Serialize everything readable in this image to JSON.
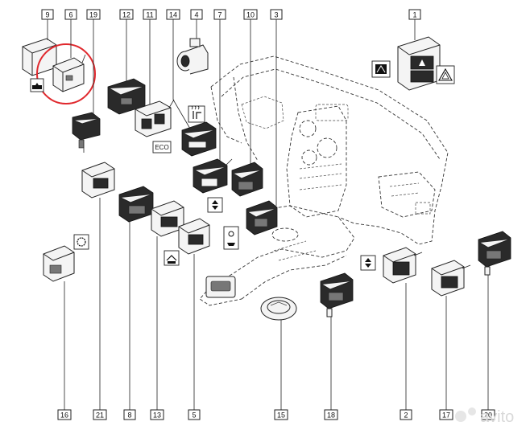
{
  "diagram": {
    "callouts": [
      "9",
      "6",
      "19",
      "12",
      "11",
      "14",
      "4",
      "7",
      "10",
      "3",
      "1",
      "16",
      "21",
      "8",
      "13",
      "5",
      "15",
      "18",
      "2",
      "17",
      "20"
    ],
    "eco_text": "ECO",
    "watermark_text": "avito",
    "colors": {
      "highlight": "#e0282d",
      "line": "#222222",
      "background": "#ffffff"
    }
  },
  "icons": [
    "seat-heater-icon",
    "hazard-triangle-icon",
    "hazard-switch-icon",
    "parking-sensor-icon",
    "height-adjust-icon",
    "esp-off-icon",
    "car-service-icon",
    "hill-descent-icon",
    "eco-mode-icon"
  ]
}
